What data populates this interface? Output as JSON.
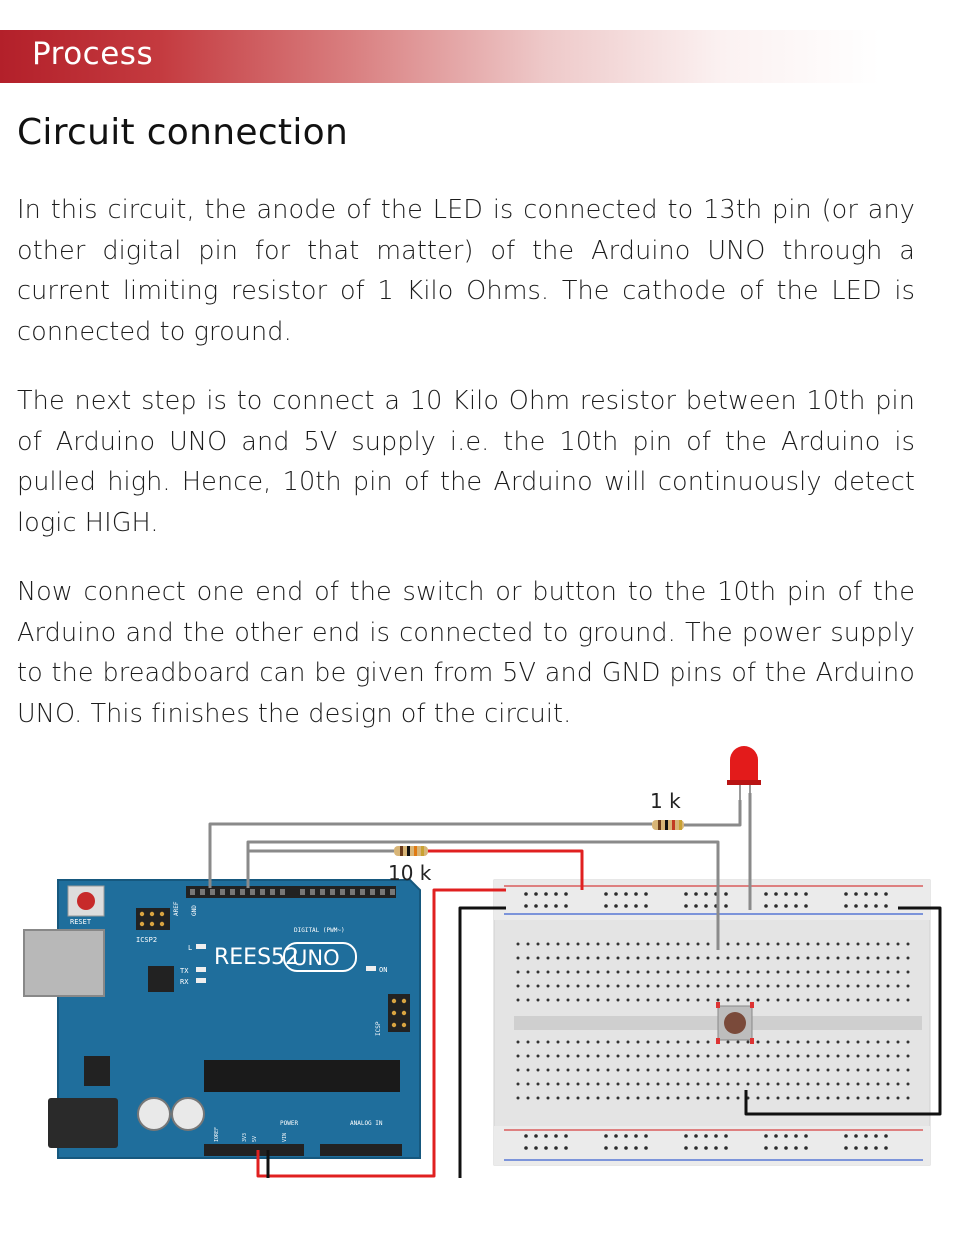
{
  "header": {
    "section_title": "Process"
  },
  "heading": "Circuit connection",
  "paragraphs": [
    "In this circuit, the anode of the LED is connected to 13th pin (or any other digital pin for that matter) of the Arduino UNO through a current limiting resistor of 1 Kilo Ohms. The cathode of the LED is connected to ground.",
    "The next step is to connect a 10 Kilo Ohm resistor between 10th pin of Arduino UNO and 5V supply i.e. the 10th pin of the Arduino is pulled high. Hence, 10th pin of the Arduino will continuously detect logic HIGH.",
    "Now connect one end of the switch or button to the 10th pin of the Arduino and the other end is connected to ground. The power supply to the breadboard can be given from 5V and GND pins of the Arduino UNO. This finishes the design of the circuit."
  ],
  "diagram": {
    "resistor_1k_label": "1 k",
    "resistor_10k_label": "10 k",
    "board_brand": "REES52",
    "board_model": "UNO",
    "board_labels": {
      "reset": "RESET",
      "icsp2": "ICSP2",
      "icsp": "ICSP",
      "digital": "DIGITAL (PWM~)",
      "on": "ON",
      "l": "L",
      "tx": "TX",
      "rx": "RX",
      "aref": "AREF",
      "gnd": "GND",
      "power": "POWER",
      "analog_in": "ANALOG IN",
      "ioref": "IOREF",
      "v33": "3V3",
      "v5": "5V",
      "vin": "VIN"
    },
    "colors": {
      "board": "#1f6e9c",
      "wire_gray": "#8a8a8a",
      "wire_red": "#e02020",
      "wire_black": "#111111",
      "led": "#e31b1b",
      "banner": "#b3202a"
    }
  }
}
